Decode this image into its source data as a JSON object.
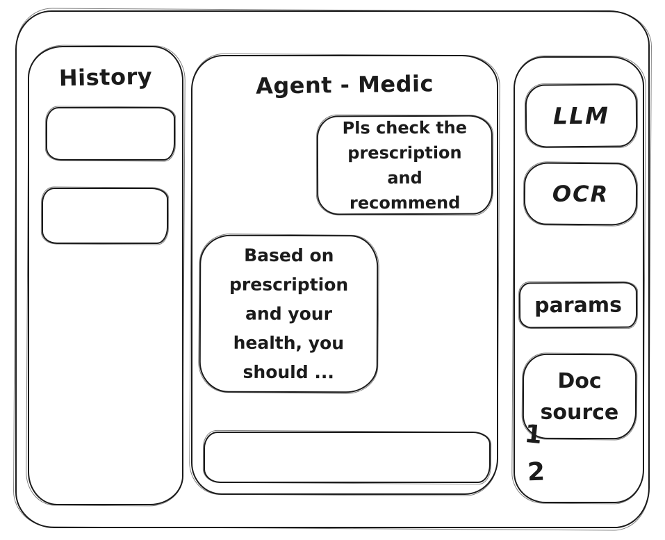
{
  "window": {
    "background_color": "#ffffff",
    "ink_color": "#1b1b1b"
  },
  "history_panel": {
    "title": "History",
    "items": [
      {
        "label": ""
      },
      {
        "label": ""
      }
    ]
  },
  "chat_panel": {
    "title": "Agent - Medic",
    "messages": [
      {
        "role": "user",
        "text": "Pls check the prescription and recommend"
      },
      {
        "role": "agent",
        "text": "Based on prescription and your health, you should ..."
      }
    ],
    "input": {
      "value": "",
      "placeholder": ""
    }
  },
  "tools_panel": {
    "buttons": [
      {
        "id": "llm",
        "label": "LLM"
      },
      {
        "id": "ocr",
        "label": "OCR"
      },
      {
        "id": "params",
        "label": "params"
      },
      {
        "id": "doc_source",
        "label": "Doc source"
      }
    ],
    "doc_source_items": [
      "1",
      "2"
    ]
  }
}
